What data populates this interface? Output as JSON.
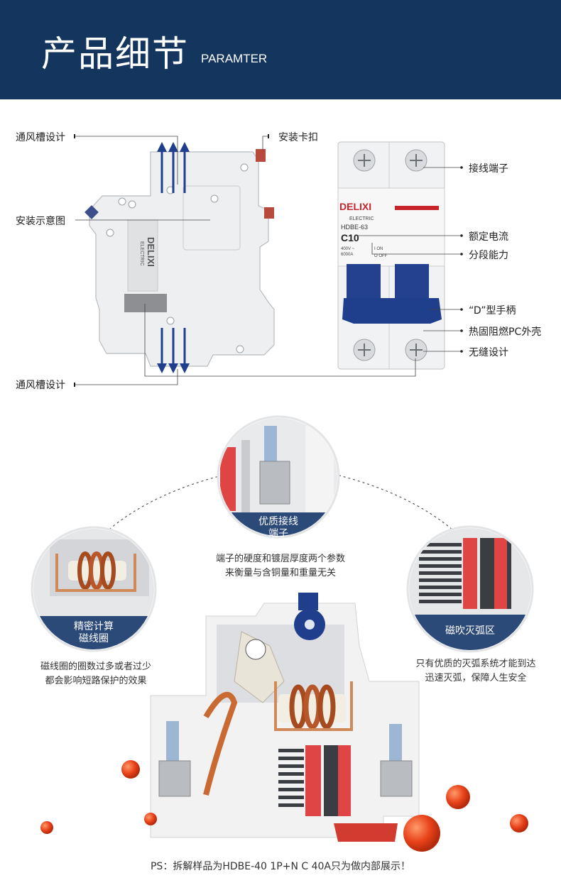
{
  "header": {
    "title_cn": "产品细节",
    "title_en": "PARAMTER"
  },
  "callouts": {
    "vent_top": "通风槽设计",
    "clip": "安装卡扣",
    "install_diagram": "安装示意图",
    "vent_bottom": "通风槽设计",
    "terminal": "接线端子",
    "rated_current": "额定电流",
    "breaking_capacity": "分段能力",
    "handle": "“D”型手柄",
    "housing": "热固阻燃PC外壳",
    "seamless": "无缝设计"
  },
  "breaker_face": {
    "brand": "DELIXI",
    "sub_brand": "ELECTRIC",
    "model": "HDBE-63",
    "rating": "C10",
    "voltage": "400V ~",
    "capacity": "6000A",
    "on_label": "I ON",
    "off_label": "O OFF"
  },
  "side_view": {
    "brand": "DELIXI",
    "sub": "ELECTRIC"
  },
  "features": {
    "top": {
      "badge": [
        "优质接线",
        "端子"
      ],
      "desc": [
        "端子的硬度和镀层厚度两个参数",
        "来衡量与含铜量和重量无关"
      ]
    },
    "left": {
      "badge": [
        "精密计算",
        "磁线圈"
      ],
      "desc": [
        "磁线圈的圈数过多或者过少",
        "都会影响短路保护的效果"
      ]
    },
    "right": {
      "badge": [
        "磁吹灭弧区"
      ],
      "desc": [
        "只有优质的灭弧系统才能到达",
        "迅速灭弧，保障人生安全"
      ]
    }
  },
  "footnote": "PS：拆解样品为HDBE-40 1P+N C 40A只为做内部展示！",
  "colors": {
    "navy": "#13355e",
    "badge": "#2b4a78",
    "handle": "#1f3f8c",
    "red": "#c8242b",
    "copper": "#b8572a"
  }
}
